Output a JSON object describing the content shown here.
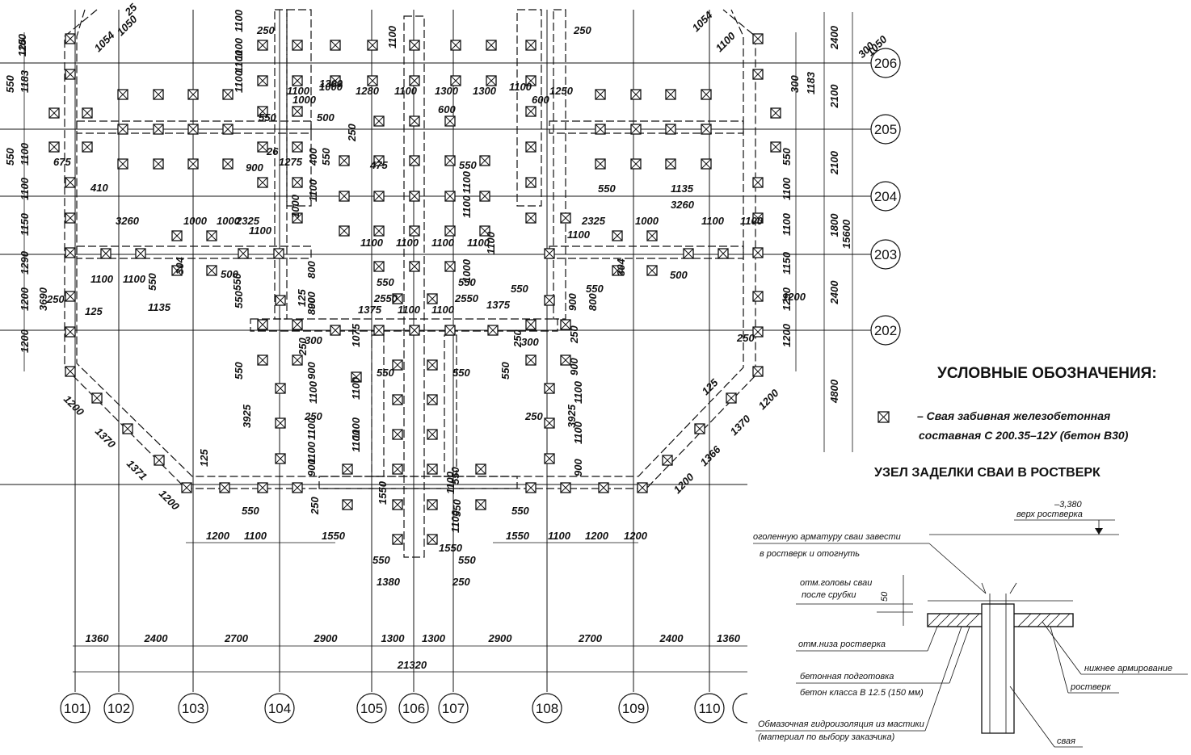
{
  "axes": {
    "vertical": [
      "101",
      "102",
      "103",
      "104",
      "105",
      "106",
      "107",
      "108",
      "109",
      "110"
    ],
    "horizontal": [
      "206",
      "205",
      "204",
      "203",
      "202"
    ]
  },
  "bottom_dimensions": [
    "1360",
    "2400",
    "2700",
    "2900",
    "1300",
    "1300",
    "2900",
    "2700",
    "2400",
    "1360"
  ],
  "bottom_total": "21320",
  "right_dimensions": [
    "2400",
    "2100",
    "2100",
    "1800",
    "2400",
    "4800"
  ],
  "right_total": "15600",
  "right_extra": "300",
  "dimension_labels": [
    "1100",
    "550",
    "1183",
    "550",
    "1100",
    "1100",
    "1150",
    "1290",
    "1200",
    "3690",
    "1200",
    "250",
    "125",
    "675",
    "410",
    "1054",
    "1050",
    "25",
    "1100",
    "1100",
    "1100",
    "1100",
    "550",
    "3260",
    "1000",
    "1000",
    "2325",
    "1100",
    "550",
    "1100",
    "1100",
    "304",
    "500",
    "1135",
    "550",
    "1200",
    "1370",
    "1371",
    "1200",
    "125",
    "250",
    "1100",
    "1200",
    "1100",
    "1550",
    "550",
    "250",
    "3925",
    "550",
    "900",
    "1100",
    "1100",
    "900",
    "250",
    "300",
    "1075",
    "550",
    "550",
    "1100",
    "1100",
    "1100",
    "1375",
    "1100",
    "1100",
    "2550",
    "2550",
    "1375",
    "800",
    "900",
    "125",
    "800",
    "550",
    "1000",
    "550",
    "550",
    "1100",
    "1000",
    "1280",
    "1100",
    "1300",
    "1300",
    "1100",
    "1250",
    "1300",
    "1000",
    "600",
    "600",
    "250",
    "250",
    "1100",
    "250",
    "500",
    "900",
    "1275",
    "400",
    "1100",
    "550",
    "1100",
    "1100",
    "1100",
    "1100",
    "1100",
    "1100",
    "1100",
    "26",
    "475",
    "550",
    "1000",
    "550",
    "1135",
    "3260",
    "1100",
    "2325",
    "1000",
    "1100",
    "1100",
    "304",
    "500",
    "550",
    "550",
    "800",
    "900",
    "250",
    "300",
    "250",
    "900",
    "550",
    "250",
    "3925",
    "1100",
    "1100",
    "900",
    "1200",
    "1370",
    "1366",
    "1200",
    "125",
    "550",
    "1100",
    "1200",
    "1200",
    "1550",
    "550",
    "550",
    "1380",
    "250",
    "1550",
    "1550",
    "550",
    "550",
    "1100",
    "1100",
    "1100",
    "1054",
    "1050",
    "300",
    "1183",
    "550",
    "1100",
    "1100",
    "1150",
    "1290",
    "1200",
    "1200",
    "250",
    "125"
  ],
  "legend": {
    "title": "УСЛОВНЫЕ ОБОЗНАЧЕНИЯ:",
    "pile_line1": "– Свая забивная железобетонная",
    "pile_line2": "составная   С 200.35–12У (бетон В30)"
  },
  "node_detail": {
    "title": "УЗЕЛ ЗАДЕЛКИ СВАИ В РОСТВЕРК",
    "elevation": "–3,380",
    "elevation_note": "верх ростверка",
    "note1_line1": "оголенную арматуру сваи завести",
    "note1_line2": "в ростверк и отогнуть",
    "note2_line1": "отм.головы сваи",
    "note2_line2": "после срубки",
    "dim50": "50",
    "note3": "отм.низа ростверка",
    "note4_line1": "бетонная подготовка",
    "note4_line2": "бетон класса В 12.5 (150 мм)",
    "note5_line1": "Обмазочная гидроизоляция из мастики",
    "note5_line2": "(материал по выбору заказчика)",
    "label_bottom_reinf": "нижнее армирование",
    "label_grillage": "ростверк",
    "label_pile": "свая"
  }
}
